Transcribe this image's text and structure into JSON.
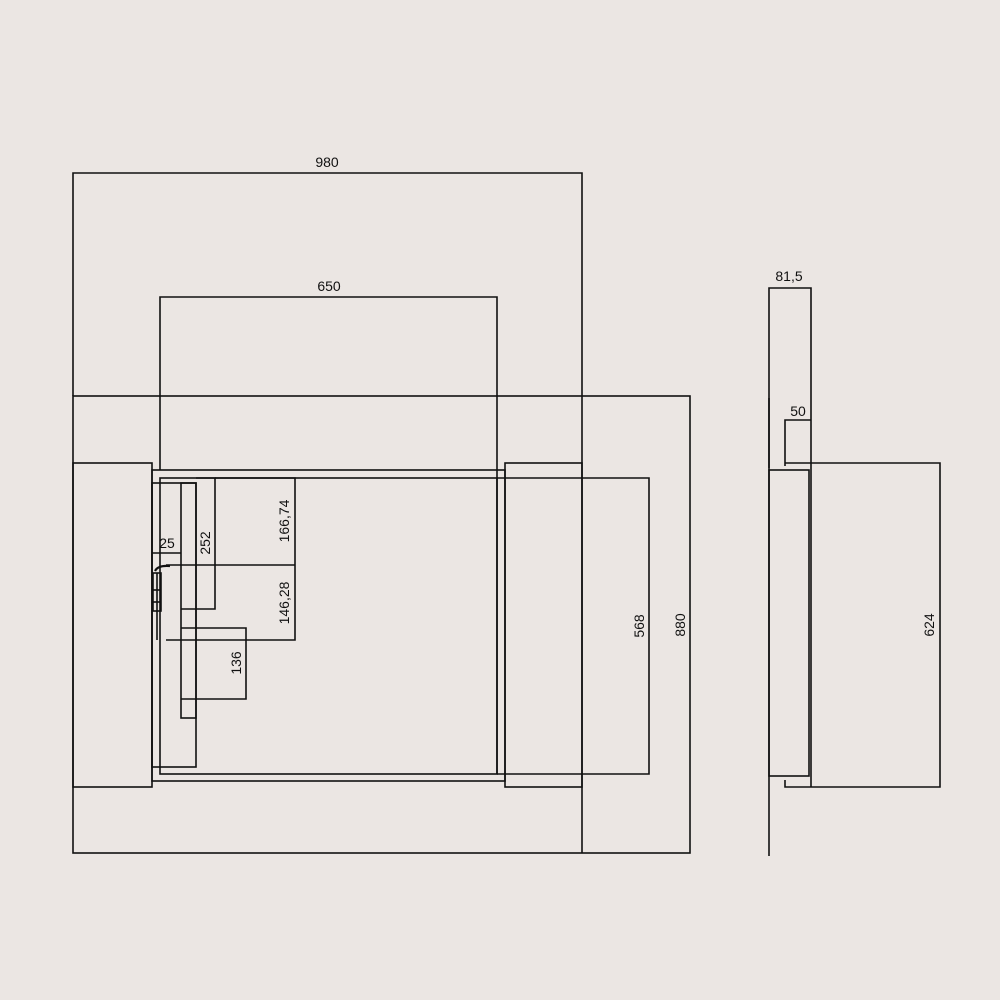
{
  "background_color": "#ebe6e3",
  "line_color": "#111111",
  "front_view": {
    "dimensions": {
      "overall_width": "980",
      "opening_width": "650",
      "overall_height": "880",
      "opening_height": "568",
      "lever_offset": "25",
      "lever_height": "252",
      "upper_segment": "166,74",
      "lower_segment": "146,28",
      "bottom_segment": "136"
    }
  },
  "side_view": {
    "dimensions": {
      "depth": "81,5",
      "frame_depth": "50",
      "door_height": "624"
    }
  }
}
